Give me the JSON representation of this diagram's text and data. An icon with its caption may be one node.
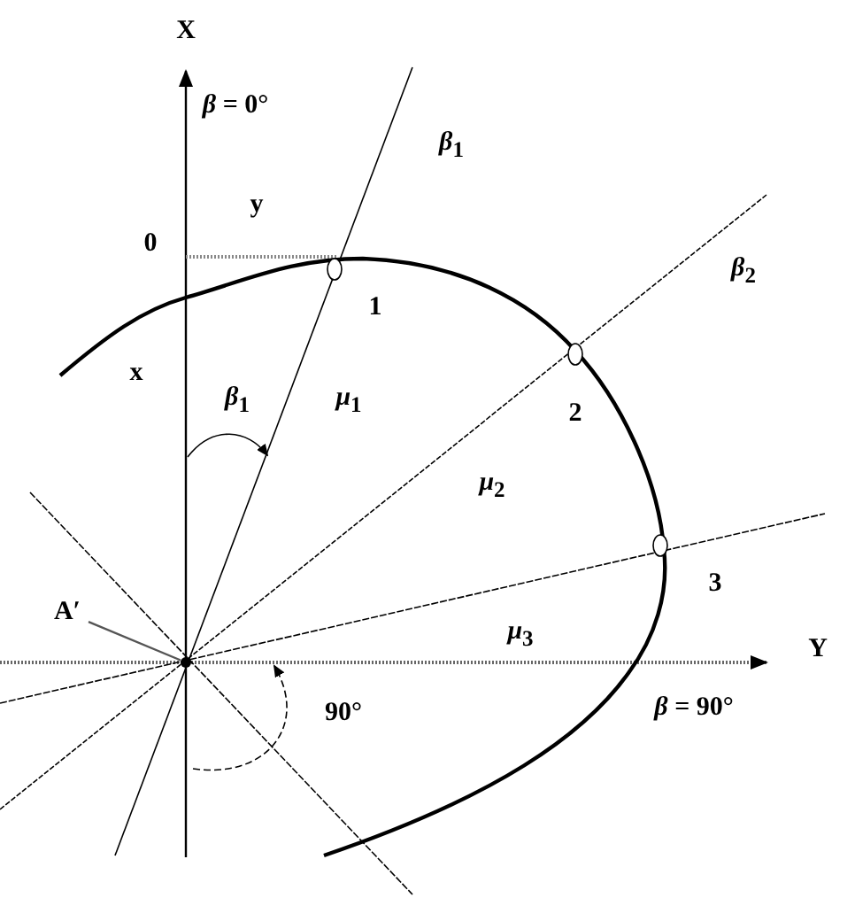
{
  "diagram": {
    "nodes": [
      {
        "text": [
          "A′"
        ]
      },
      {
        "text": [],
        "shape": "circle"
      }
    ],
    "edges": [
      {
        "from": 0,
        "to": 1,
        "arrow": "none"
      }
    ],
    "labels": [
      "X",
      "*β* = 0°",
      "*β*$_{1}$",
      "y",
      "0",
      "*β*$_{2}$",
      "1",
      "x",
      "*β*$_{1}$",
      "*μ*$_{1}$",
      "2",
      "*μ*$_{2}$",
      "3",
      "*μ*$_{3}$",
      "Y",
      "90°",
      "*β* = 90°"
    ]
  }
}
